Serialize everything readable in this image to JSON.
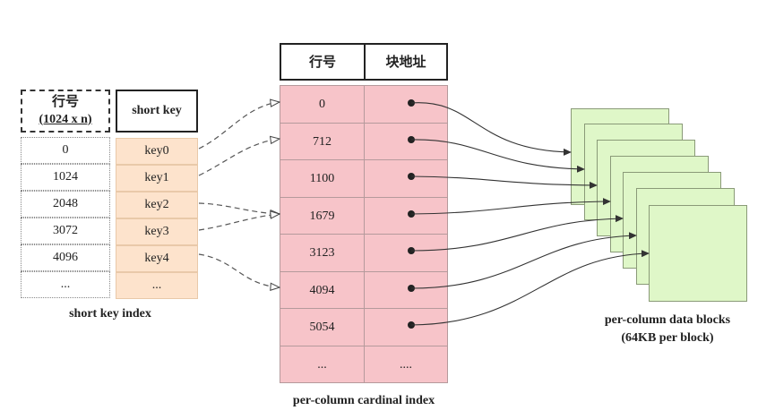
{
  "short_key_index": {
    "row_header": "行号",
    "row_header_sub": "(1024 x n)",
    "key_header": "short key",
    "rows": [
      "0",
      "1024",
      "2048",
      "3072",
      "4096",
      "..."
    ],
    "keys": [
      "key0",
      "key1",
      "key2",
      "key3",
      "key4",
      "..."
    ],
    "caption": "short key index"
  },
  "cardinal_index": {
    "headers": [
      "行号",
      "块地址"
    ],
    "rows": [
      "0",
      "712",
      "1100",
      "1679",
      "3123",
      "4094",
      "5054",
      "..."
    ],
    "address_placeholder": "....",
    "caption": "per-column cardinal index"
  },
  "data_blocks": {
    "caption_line1": "per-column data blocks",
    "caption_line2": "(64KB per block)"
  },
  "colors": {
    "key_fill": "#fde3cc",
    "cardinal_fill": "#f7c4c9",
    "block_fill": "#dff7c8"
  }
}
